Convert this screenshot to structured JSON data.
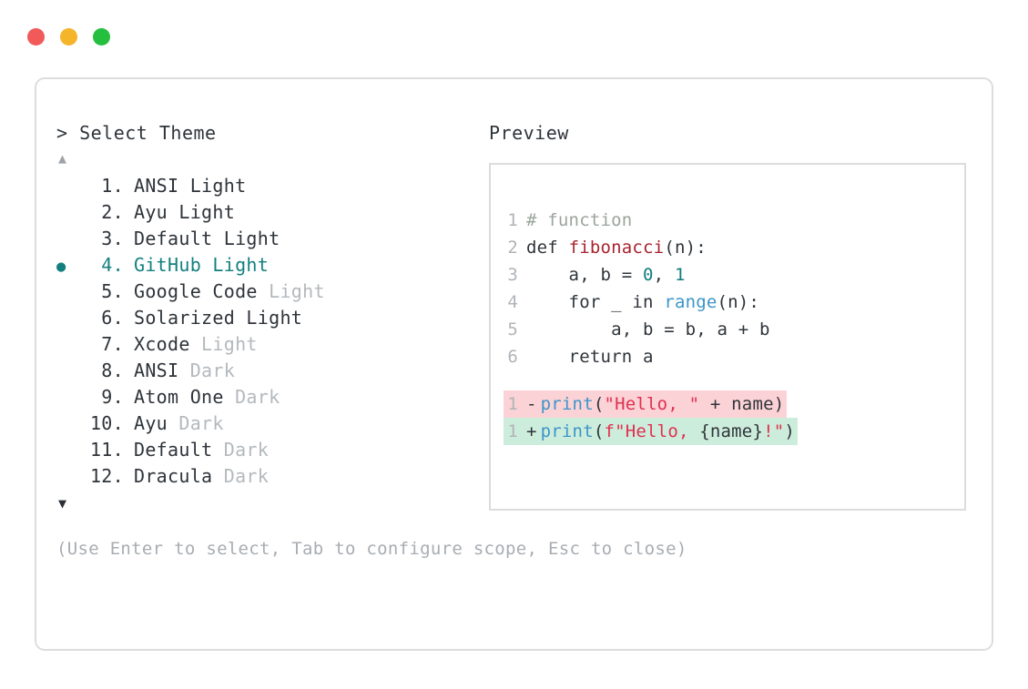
{
  "window": {
    "dots": [
      {
        "name": "close-dot",
        "color": "#f25a5a"
      },
      {
        "name": "minimize-dot",
        "color": "#f5b52a"
      },
      {
        "name": "maximize-dot",
        "color": "#24bf3e"
      }
    ]
  },
  "selector": {
    "prompt": "> Select Theme",
    "scroll_up": "▲",
    "scroll_down": "▼",
    "items": [
      {
        "num": " 1.",
        "name": "ANSI",
        "variant": " Light",
        "variant_muted": false,
        "selected": false,
        "bullet": ""
      },
      {
        "num": " 2.",
        "name": "Ayu",
        "variant": " Light",
        "variant_muted": false,
        "selected": false,
        "bullet": ""
      },
      {
        "num": " 3.",
        "name": "Default",
        "variant": " Light",
        "variant_muted": false,
        "selected": false,
        "bullet": ""
      },
      {
        "num": " 4.",
        "name": "GitHub",
        "variant": " Light",
        "variant_muted": false,
        "selected": true,
        "bullet": "●"
      },
      {
        "num": " 5.",
        "name": "Google Code",
        "variant": " Light",
        "variant_muted": true,
        "selected": false,
        "bullet": ""
      },
      {
        "num": " 6.",
        "name": "Solarized",
        "variant": " Light",
        "variant_muted": false,
        "selected": false,
        "bullet": ""
      },
      {
        "num": " 7.",
        "name": "Xcode",
        "variant": " Light",
        "variant_muted": true,
        "selected": false,
        "bullet": ""
      },
      {
        "num": " 8.",
        "name": "ANSI",
        "variant": " Dark",
        "variant_muted": true,
        "selected": false,
        "bullet": ""
      },
      {
        "num": " 9.",
        "name": "Atom One",
        "variant": " Dark",
        "variant_muted": true,
        "selected": false,
        "bullet": ""
      },
      {
        "num": "10.",
        "name": "Ayu",
        "variant": " Dark",
        "variant_muted": true,
        "selected": false,
        "bullet": ""
      },
      {
        "num": "11.",
        "name": "Default",
        "variant": " Dark",
        "variant_muted": true,
        "selected": false,
        "bullet": ""
      },
      {
        "num": "12.",
        "name": "Dracula",
        "variant": " Dark",
        "variant_muted": true,
        "selected": false,
        "bullet": ""
      }
    ],
    "hint": "(Use Enter to select, Tab to configure scope, Esc to close)"
  },
  "preview": {
    "title": "Preview",
    "code_lines": [
      {
        "ln": "1",
        "tokens": [
          {
            "t": "# function",
            "c": "tok-comment"
          }
        ]
      },
      {
        "ln": "2",
        "tokens": [
          {
            "t": "def ",
            "c": "tok-kw"
          },
          {
            "t": "fibonacci",
            "c": "tok-fn"
          },
          {
            "t": "(n):",
            "c": "tok-punct"
          }
        ]
      },
      {
        "ln": "3",
        "tokens": [
          {
            "t": "    a, b = ",
            "c": "code-text"
          },
          {
            "t": "0",
            "c": "tok-num"
          },
          {
            "t": ", ",
            "c": "code-text"
          },
          {
            "t": "1",
            "c": "tok-num"
          }
        ]
      },
      {
        "ln": "4",
        "tokens": [
          {
            "t": "    for _ in ",
            "c": "code-text"
          },
          {
            "t": "range",
            "c": "tok-builtin"
          },
          {
            "t": "(n):",
            "c": "tok-punct"
          }
        ]
      },
      {
        "ln": "5",
        "tokens": [
          {
            "t": "        a, b = b, a + b",
            "c": "code-text"
          }
        ]
      },
      {
        "ln": "6",
        "tokens": [
          {
            "t": "    return a",
            "c": "code-text"
          }
        ]
      }
    ],
    "diff_lines": [
      {
        "ln": "1",
        "sign": "-",
        "kind": "diff-del",
        "tokens": [
          {
            "t": "print",
            "c": "tok-builtin"
          },
          {
            "t": "(",
            "c": "tok-punct"
          },
          {
            "t": "\"Hello, \"",
            "c": "tok-str"
          },
          {
            "t": " + name",
            "c": "code-text"
          },
          {
            "t": ")",
            "c": "tok-punct"
          }
        ]
      },
      {
        "ln": "1",
        "sign": "+",
        "kind": "diff-add",
        "tokens": [
          {
            "t": "print",
            "c": "tok-builtin"
          },
          {
            "t": "(",
            "c": "tok-punct"
          },
          {
            "t": "f\"Hello, ",
            "c": "tok-str"
          },
          {
            "t": "{name}",
            "c": "code-text"
          },
          {
            "t": "!",
            "c": "tok-bang"
          },
          {
            "t": "\"",
            "c": "tok-str"
          },
          {
            "t": ")",
            "c": "tok-punct"
          }
        ]
      }
    ]
  },
  "colors": {
    "accent_teal": "#13807f",
    "diff_del_bg": "#fbd2d6",
    "diff_add_bg": "#cdeddc",
    "muted_text": "#b4b9bd",
    "border": "#dddddd"
  }
}
